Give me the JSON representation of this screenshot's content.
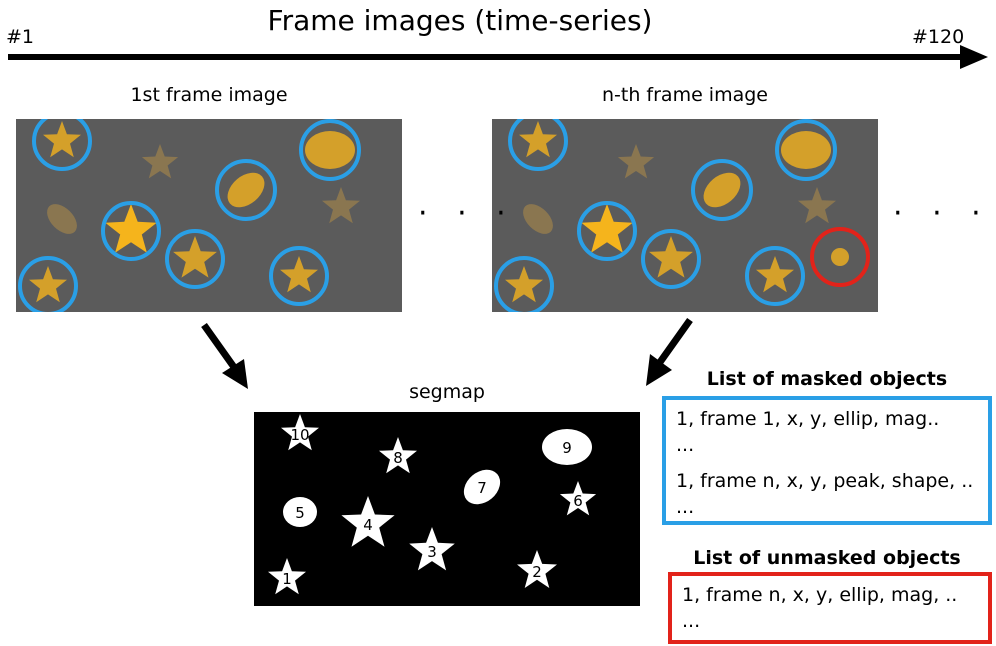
{
  "timeline": {
    "title": "Frame images (time-series)",
    "start_label": "#1",
    "end_label": "#120"
  },
  "frames": [
    {
      "label": "1st frame image"
    },
    {
      "label": "n-th frame image"
    }
  ],
  "ellipsis": "· · ·",
  "segmap": {
    "label": "segmap",
    "object_ids": [
      "1",
      "2",
      "3",
      "4",
      "5",
      "6",
      "7",
      "8",
      "9",
      "10"
    ]
  },
  "masked_list": {
    "title": "List of masked objects",
    "lines": [
      "1, frame 1, x, y, ellip, mag..",
      "...",
      "1, frame n, x, y, peak, shape, ..",
      "..."
    ]
  },
  "unmasked_list": {
    "title": "List of unmasked objects",
    "lines": [
      "1, frame n, x, y, ellip, mag, ..",
      "..."
    ]
  },
  "colors": {
    "panel_bg": "#5b5b5b",
    "object_gold": "#d4a02a",
    "object_bright": "#f5b41c",
    "object_faint": "#8a7650",
    "masked_circle": "#2a9fe6",
    "unmasked_circle": "#e2231a",
    "segmap_bg": "#000000",
    "segmap_object": "#ffffff"
  }
}
